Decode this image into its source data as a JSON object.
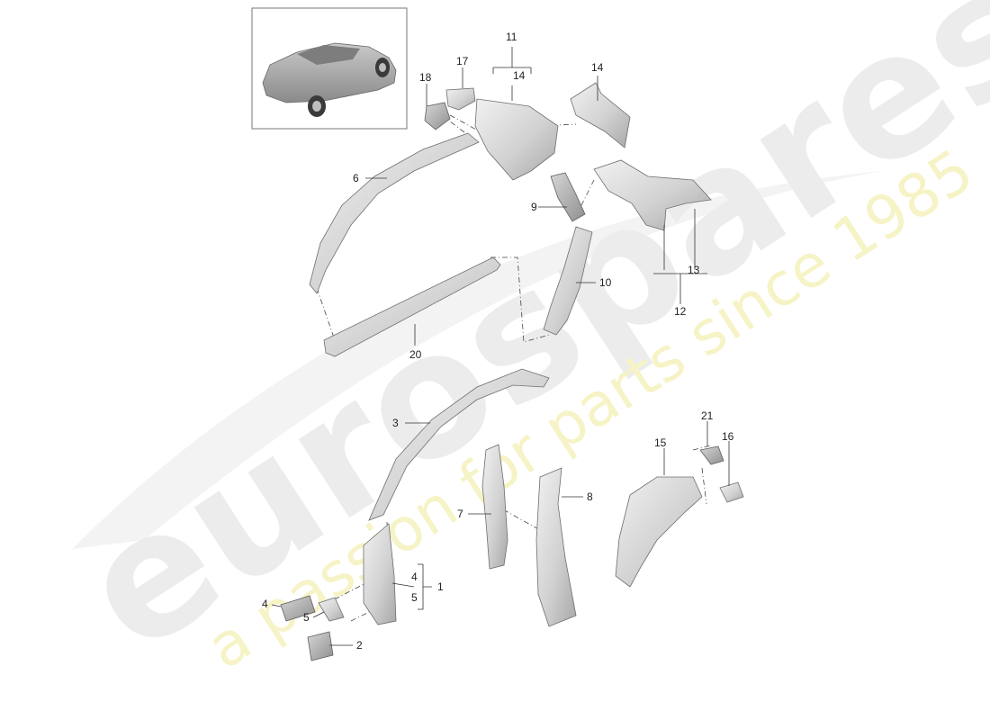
{
  "watermark": {
    "brand": "eurospares",
    "tagline": "a passion for parts since 1985"
  },
  "callouts": [
    {
      "id": "c1",
      "label": "1"
    },
    {
      "id": "c2",
      "label": "2"
    },
    {
      "id": "c3",
      "label": "3"
    },
    {
      "id": "c4a",
      "label": "4"
    },
    {
      "id": "c4b",
      "label": "4"
    },
    {
      "id": "c5a",
      "label": "5"
    },
    {
      "id": "c5b",
      "label": "5"
    },
    {
      "id": "c6",
      "label": "6"
    },
    {
      "id": "c7",
      "label": "7"
    },
    {
      "id": "c8",
      "label": "8"
    },
    {
      "id": "c9",
      "label": "9"
    },
    {
      "id": "c10",
      "label": "10"
    },
    {
      "id": "c11",
      "label": "11"
    },
    {
      "id": "c12",
      "label": "12"
    },
    {
      "id": "c13",
      "label": "13"
    },
    {
      "id": "c14a",
      "label": "14"
    },
    {
      "id": "c14b",
      "label": "14"
    },
    {
      "id": "c15",
      "label": "15"
    },
    {
      "id": "c16",
      "label": "16"
    },
    {
      "id": "c17",
      "label": "17"
    },
    {
      "id": "c18",
      "label": "18"
    },
    {
      "id": "c20",
      "label": "20"
    },
    {
      "id": "c21",
      "label": "21"
    }
  ],
  "colors": {
    "watermark_grey": "#ececec",
    "watermark_yellow": "#f6f3c6",
    "part_light": "#e4e4e4",
    "part_dark": "#a9a9a9",
    "line": "#333333"
  }
}
